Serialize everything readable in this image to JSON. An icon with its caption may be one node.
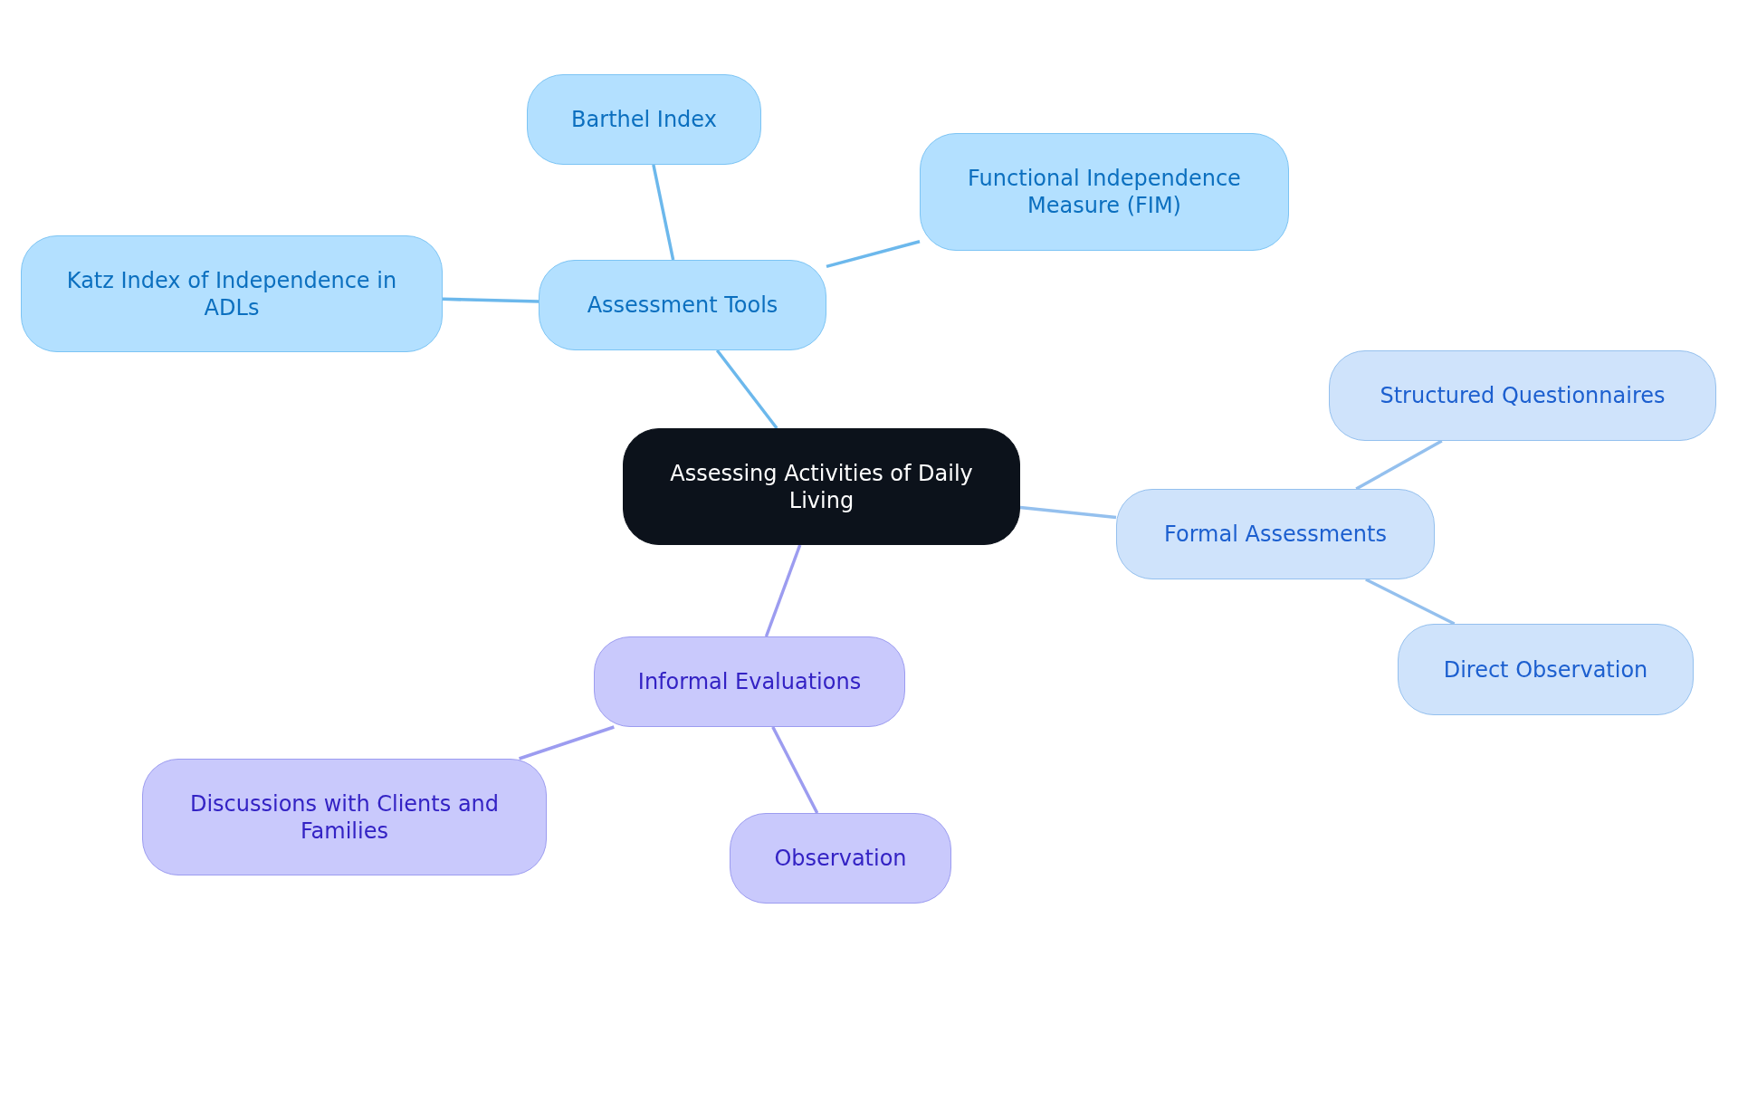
{
  "diagram": {
    "nodes": [
      {
        "text": [
          "Assessing Activities of Daily Living"
        ]
      },
      {
        "text": [
          "Assessment Tools"
        ]
      },
      {
        "text": [
          "Barthel Index"
        ]
      },
      {
        "text": [
          "Functional Independence Measure (FIM)"
        ]
      },
      {
        "text": [
          "Katz Index of Independence in ADLs"
        ]
      },
      {
        "text": [
          "Formal Assessments"
        ]
      },
      {
        "text": [
          "Structured Questionnaires"
        ]
      },
      {
        "text": [
          "Direct Observation"
        ]
      },
      {
        "text": [
          "Informal Evaluations"
        ]
      },
      {
        "text": [
          "Discussions with Clients and Families"
        ]
      },
      {
        "text": [
          "Observation"
        ]
      }
    ],
    "edges": [
      {
        "from": 0,
        "to": 1,
        "arrow": "none",
        "color": "#6cb8ec"
      },
      {
        "from": 1,
        "to": 2,
        "arrow": "none",
        "color": "#6cb8ec"
      },
      {
        "from": 1,
        "to": 3,
        "arrow": "none",
        "color": "#6cb8ec"
      },
      {
        "from": 1,
        "to": 4,
        "arrow": "none",
        "color": "#6cb8ec"
      },
      {
        "from": 0,
        "to": 5,
        "arrow": "none",
        "color": "#94c0ee"
      },
      {
        "from": 5,
        "to": 6,
        "arrow": "none",
        "color": "#94c0ee"
      },
      {
        "from": 5,
        "to": 7,
        "arrow": "none",
        "color": "#94c0ee"
      },
      {
        "from": 0,
        "to": 8,
        "arrow": "none",
        "color": "#9c9cf0"
      },
      {
        "from": 8,
        "to": 9,
        "arrow": "none",
        "color": "#9c9cf0"
      },
      {
        "from": 8,
        "to": 10,
        "arrow": "none",
        "color": "#9c9cf0"
      }
    ]
  }
}
